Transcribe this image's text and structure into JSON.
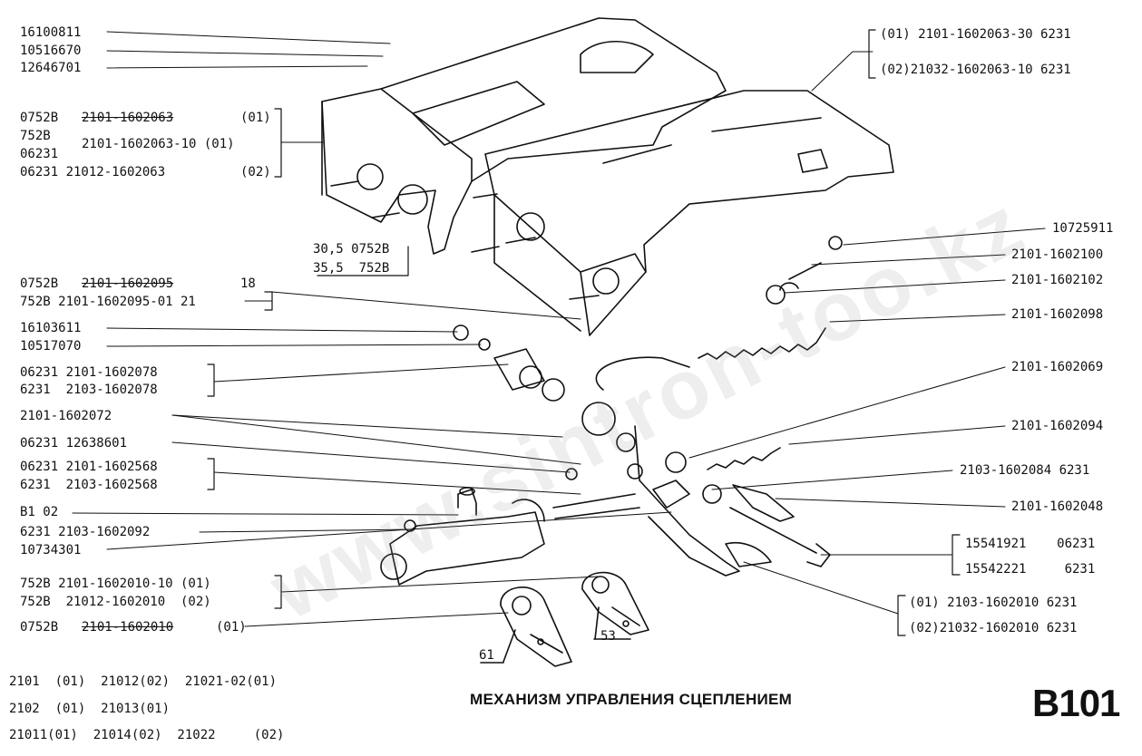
{
  "title": "МЕХАНИЗМ УПРАВЛЕНИЯ СЦЕПЛЕНИЕМ",
  "code": "B101",
  "watermark": "www.sintron-too.kz",
  "labels_left": {
    "l1": "16100811",
    "l2": "10516670",
    "l3": "12646701",
    "g1_r1_a": "0752B",
    "g1_r1_b": "2101-1602063",
    "g1_r1_c": "(01)",
    "g1_r2_a": "752B",
    "g1_r2_b": "2101-1602063-10 (01)",
    "g1_r3_a": "06231",
    "g1_r4_a": "06231 21012-1602063",
    "g1_r4_c": "(02)",
    "mid1": "30,5 0752B",
    "mid2": "35,5  752B",
    "g2_r1_a": "0752B",
    "g2_r1_b": "2101-1602095",
    "g2_r1_c": "18",
    "g2_r2": "752B 2101-1602095-01 21",
    "l4": "16103611",
    "l5": "10517070",
    "g3_r1": "06231 2101-1602078",
    "g3_r2": "6231  2103-1602078",
    "l6": "2101-1602072",
    "l7": "06231 12638601",
    "g4_r1": "06231 2101-1602568",
    "g4_r2": "6231  2103-1602568",
    "l8": "B1 02",
    "l9": "6231 2103-1602092",
    "l10": "10734301",
    "g5_r1": "752B 2101-1602010-10 (01)",
    "g5_r2": "752B  21012-1602010  (02)",
    "l11_a": "0752B",
    "l11_b": "2101-1602010",
    "l11_c": "(01)"
  },
  "labels_right": {
    "r1a": "(01) 2101-1602063-30 6231",
    "r1b": "(02)21032-1602063-10 6231",
    "r2": "10725911",
    "r3": "2101-1602100",
    "r4": "2101-1602102",
    "r5": "2101-1602098",
    "r6": "2101-1602069",
    "r7": "2101-1602094",
    "r8": "2103-1602084 6231",
    "r9": "2101-1602048",
    "r10a": "15541921    06231",
    "r10b": "15542221     6231",
    "r11a": "(01) 2103-1602010 6231",
    "r11b": "(02)21032-1602010 6231"
  },
  "dims": {
    "d61": "61",
    "d53": "53"
  },
  "models": {
    "m1": "2101  (01)  21012(02)  21021-02(01)",
    "m2": "2102  (01)  21013(01)",
    "m3": "21011(01)  21014(02)  21022     (02)"
  }
}
